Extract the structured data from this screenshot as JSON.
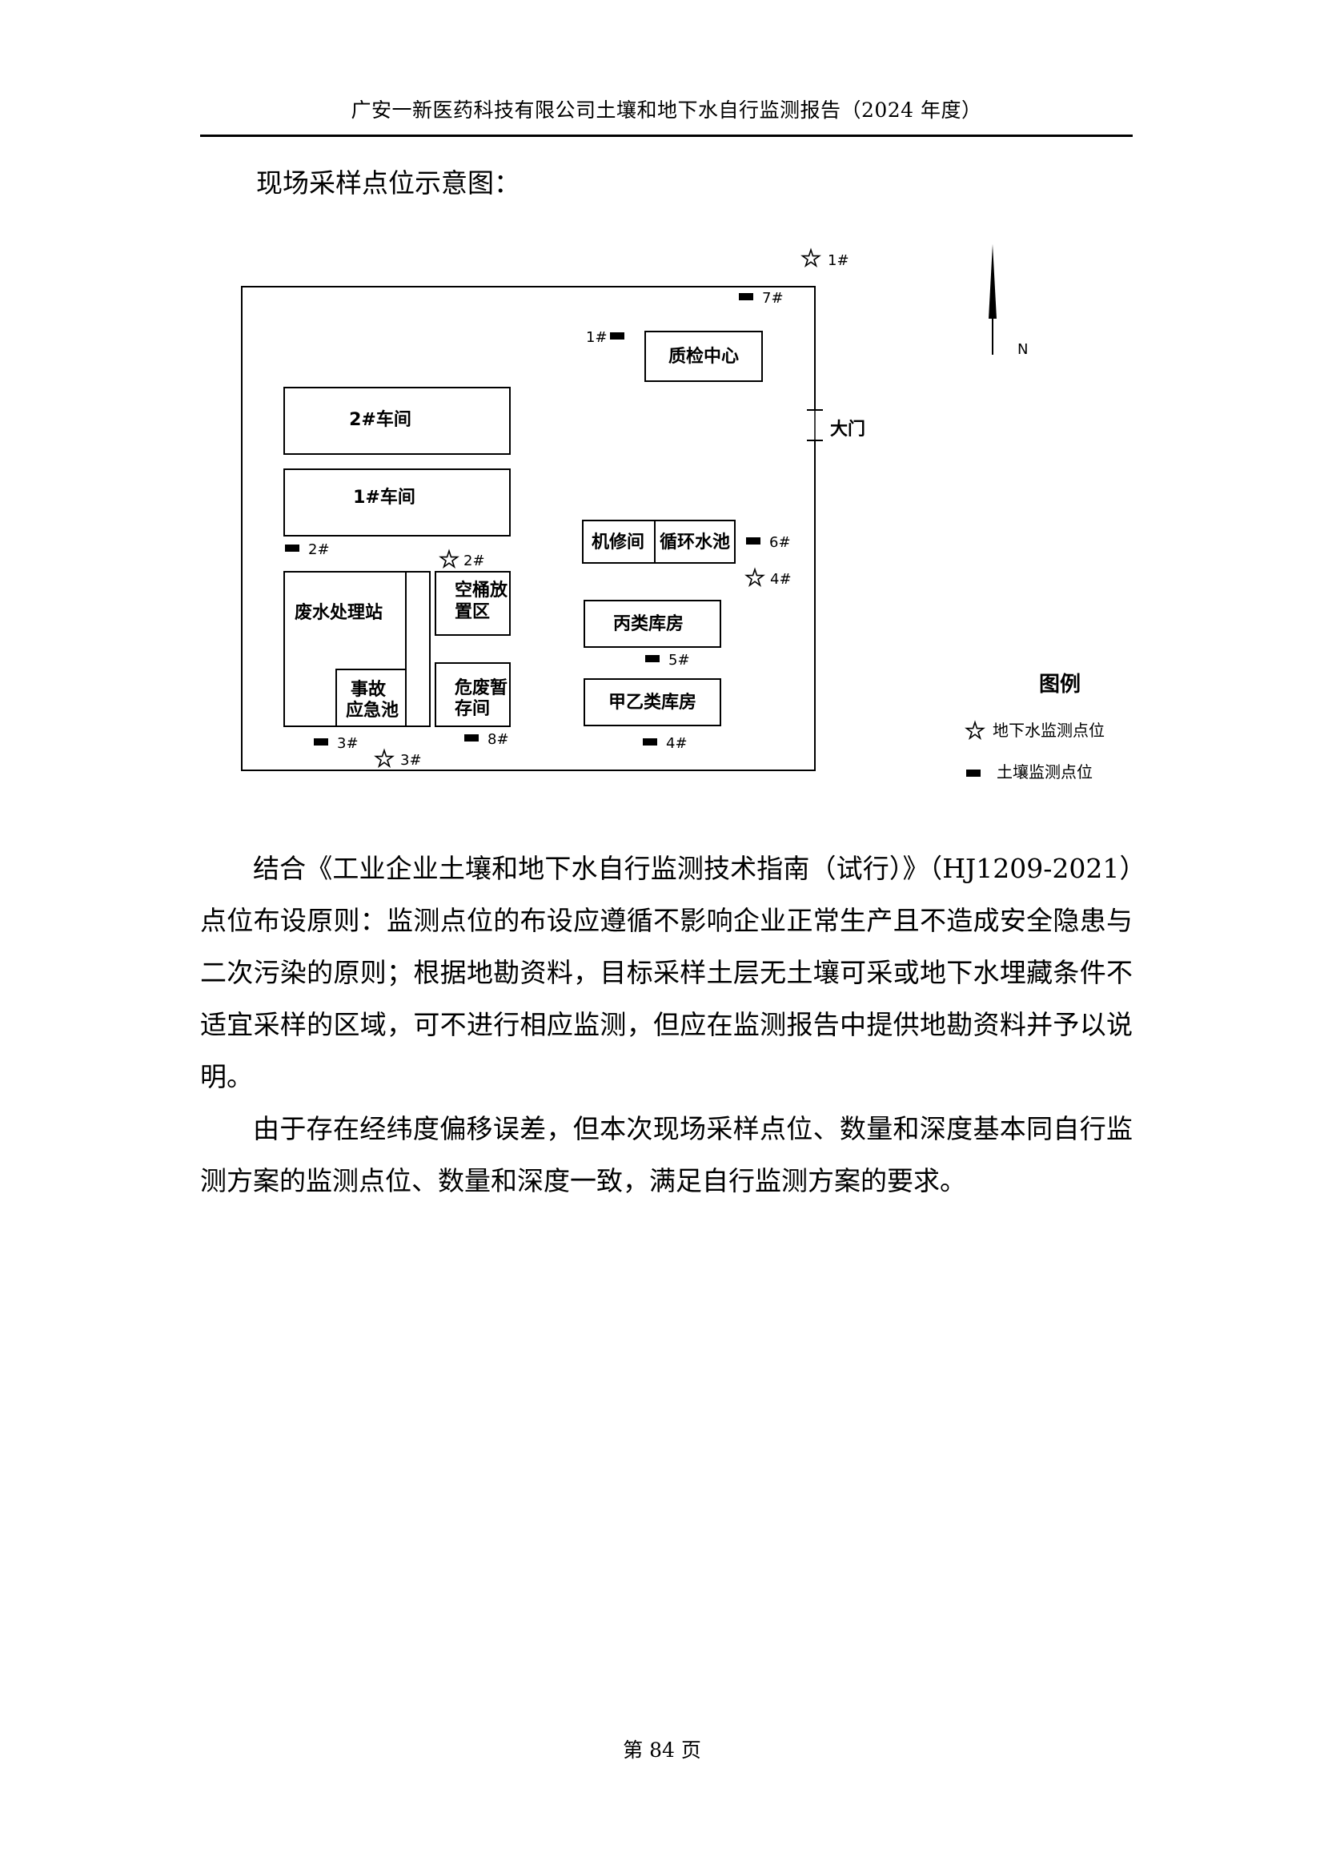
{
  "header": {
    "title": "广安一新医药科技有限公司土壤和地下水自行监测报告（2024 年度）"
  },
  "caption": "现场采样点位示意图：",
  "map": {
    "buildings": {
      "qc_center": "质检中心",
      "workshop2_a": "2#",
      "workshop2_b": "车间",
      "workshop1_a": "1#",
      "workshop1_b": "车间",
      "wastewater": "废水处理站",
      "emergency_1": "事故",
      "emergency_2": "应急池",
      "bucket_1": "空桶放",
      "bucket_2": "置区",
      "hazwaste_1": "危废暂",
      "hazwaste_2": "存间",
      "repair": "机修间",
      "pool": "循环水池",
      "class_c": "丙类库房",
      "class_ab": "甲乙类库房"
    },
    "gate": "大门",
    "north": "N",
    "points": {
      "gw1": "1#",
      "gw2": "2#",
      "gw3": "3#",
      "gw4": "4#",
      "s1": "1#",
      "s2": "2#",
      "s3": "3#",
      "s4": "4#",
      "s5": "5#",
      "s6": "6#",
      "s7": "7#",
      "s8": "8#"
    },
    "legend": {
      "title": "图例",
      "groundwater": "地下水监测点位",
      "soil": "土壤监测点位"
    }
  },
  "paragraphs": [
    "结合《工业企业土壤和地下水自行监测技术指南（试行）》（HJ1209-2021）点位布设原则：监测点位的布设应遵循不影响企业正常生产且不造成安全隐患与二次污染的原则；根据地勘资料，目标采样土层无土壤可采或地下水埋藏条件不适宜采样的区域，可不进行相应监测，但应在监测报告中提供地勘资料并予以说明。",
    "由于存在经纬度偏移误差，但本次现场采样点位、数量和深度基本同自行监测方案的监测点位、数量和深度一致，满足自行监测方案的要求。"
  ],
  "footer": {
    "page": "第 84 页"
  }
}
